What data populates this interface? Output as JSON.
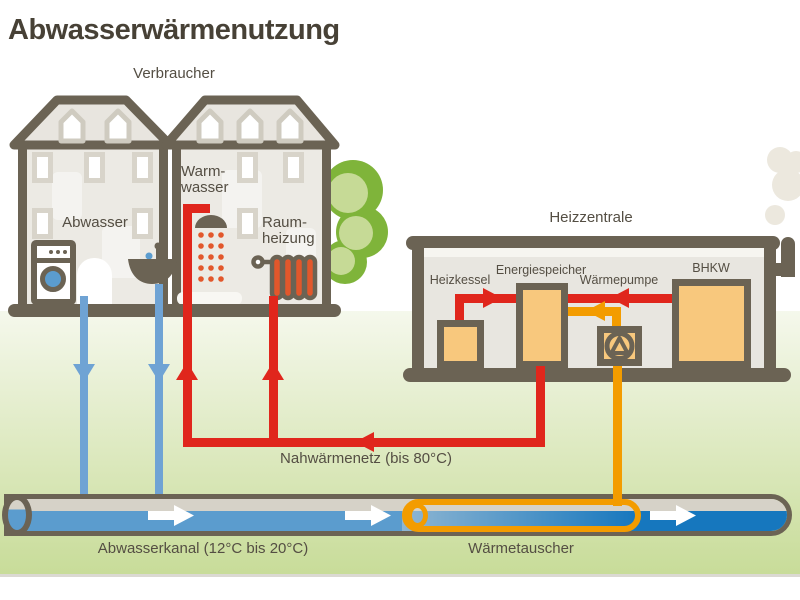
{
  "title": "Abwasserwärmenutzung",
  "consumers": {
    "label": "Verbraucher",
    "abwasser_label": "Abwasser",
    "warmwasser_label": "Warm-\nwasser",
    "raumheizung_label": "Raum-\nheizung"
  },
  "plant": {
    "label": "Heizzentrale",
    "heizkessel_label": "Heizkessel",
    "energiespeicher_label": "Energiespeicher",
    "waermepumpe_label": "Wärmepumpe",
    "bhkw_label": "BHKW"
  },
  "network": {
    "heat_network_label": "Nahwärmenetz (bis 80°C)",
    "sewer_label": "Abwasserkanal (12°C bis 20°C)",
    "heat_exchanger_label": "Wärmetauscher"
  },
  "colors": {
    "outline_brown": "#6B6354",
    "text": "#544E43",
    "red": "#E0261C",
    "orange": "#F39C00",
    "warm_orange": "#E2572B",
    "pipe_blue": "#6FA3D4",
    "water_light": "#5B9CCE",
    "water_dark": "#1677BE",
    "box_fill": "#F8C87D",
    "wall_fill": "#ECEAE4",
    "roof_fill": "#E8E5DF",
    "window_border": "#D8D4CA",
    "interior_fill": "#E8E6E0",
    "sewer_gray": "#D6D2C8",
    "ground_top": "#F5F8EC",
    "ground_bottom": "#C8DC99",
    "tree_dark": "#7FB43A",
    "tree_light": "#C6DA96",
    "smoke": "#ECE8DE"
  }
}
